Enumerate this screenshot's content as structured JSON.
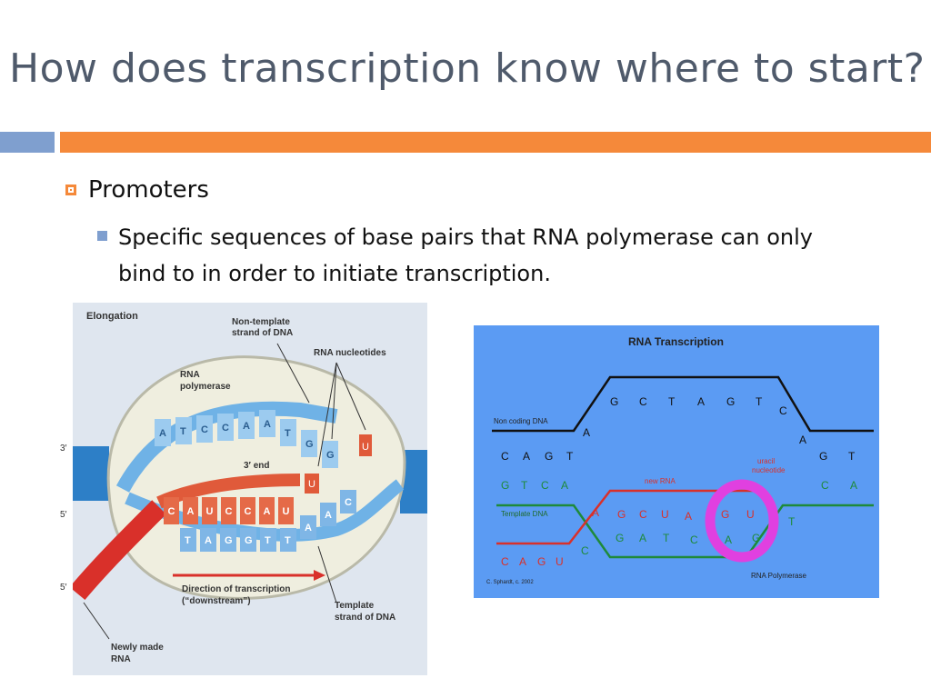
{
  "slide": {
    "title": "How does transcription know where to start?",
    "bullet_level1": "Promoters",
    "bullet_level2_line1": "Specific sequences of base pairs that RNA polymerase can only",
    "bullet_level2_line2": "bind to in order to initiate transcription."
  },
  "figure_left": {
    "heading": "Elongation",
    "label_nontemplate_1": "Non-template",
    "label_nontemplate_2": "strand of DNA",
    "label_rna_nucleotides": "RNA nucleotides",
    "label_rna_polymerase_1": "RNA",
    "label_rna_polymerase_2": "polymerase",
    "label_three_end": "3′ end",
    "label_direction_1": "Direction of transcription",
    "label_direction_2": "(“downstream”)",
    "label_template_1": "Template",
    "label_template_2": "strand of DNA",
    "label_newly_1": "Newly made",
    "label_newly_2": "RNA",
    "mark_3prime": "3′",
    "mark_5prime_a": "5′",
    "mark_5prime_b": "5′",
    "top_bases": [
      "A",
      "T",
      "C",
      "C",
      "A",
      "A",
      "T",
      "G",
      "G"
    ],
    "rna_bases": [
      "C",
      "A",
      "U",
      "C",
      "C",
      "A",
      "U"
    ],
    "template_bases": [
      "T",
      "A",
      "G",
      "G",
      "T",
      "T",
      "A",
      "A",
      "C"
    ],
    "free_bases": [
      "U",
      "A",
      "U",
      "C"
    ]
  },
  "figure_right": {
    "title": "RNA Transcription",
    "label_noncoding": "Non coding DNA",
    "label_template": "Template DNA",
    "label_new_rna": "new RNA",
    "label_uracil_1": "uracil",
    "label_uracil_2": "nucleotide",
    "label_polymerase": "RNA Polymerase",
    "credit": "C. Sphardt, c. 2002",
    "top_left_bases": [
      "C",
      "A",
      "G",
      "T"
    ],
    "top_raised_bases": [
      "A",
      "G",
      "C",
      "T",
      "A",
      "G",
      "T",
      "C",
      "A"
    ],
    "top_right_bases": [
      "G",
      "T"
    ],
    "green_left_bases": [
      "G",
      "T",
      "C",
      "A"
    ],
    "green_right_bases": [
      "C",
      "A"
    ],
    "red_left_bases": [
      "C",
      "A",
      "G",
      "U"
    ],
    "rna_bases": [
      "A",
      "G",
      "C",
      "U",
      "A",
      "G",
      "U"
    ],
    "lower_bases": [
      "C",
      "G",
      "A",
      "T",
      "C",
      "A",
      "G",
      "T"
    ]
  }
}
